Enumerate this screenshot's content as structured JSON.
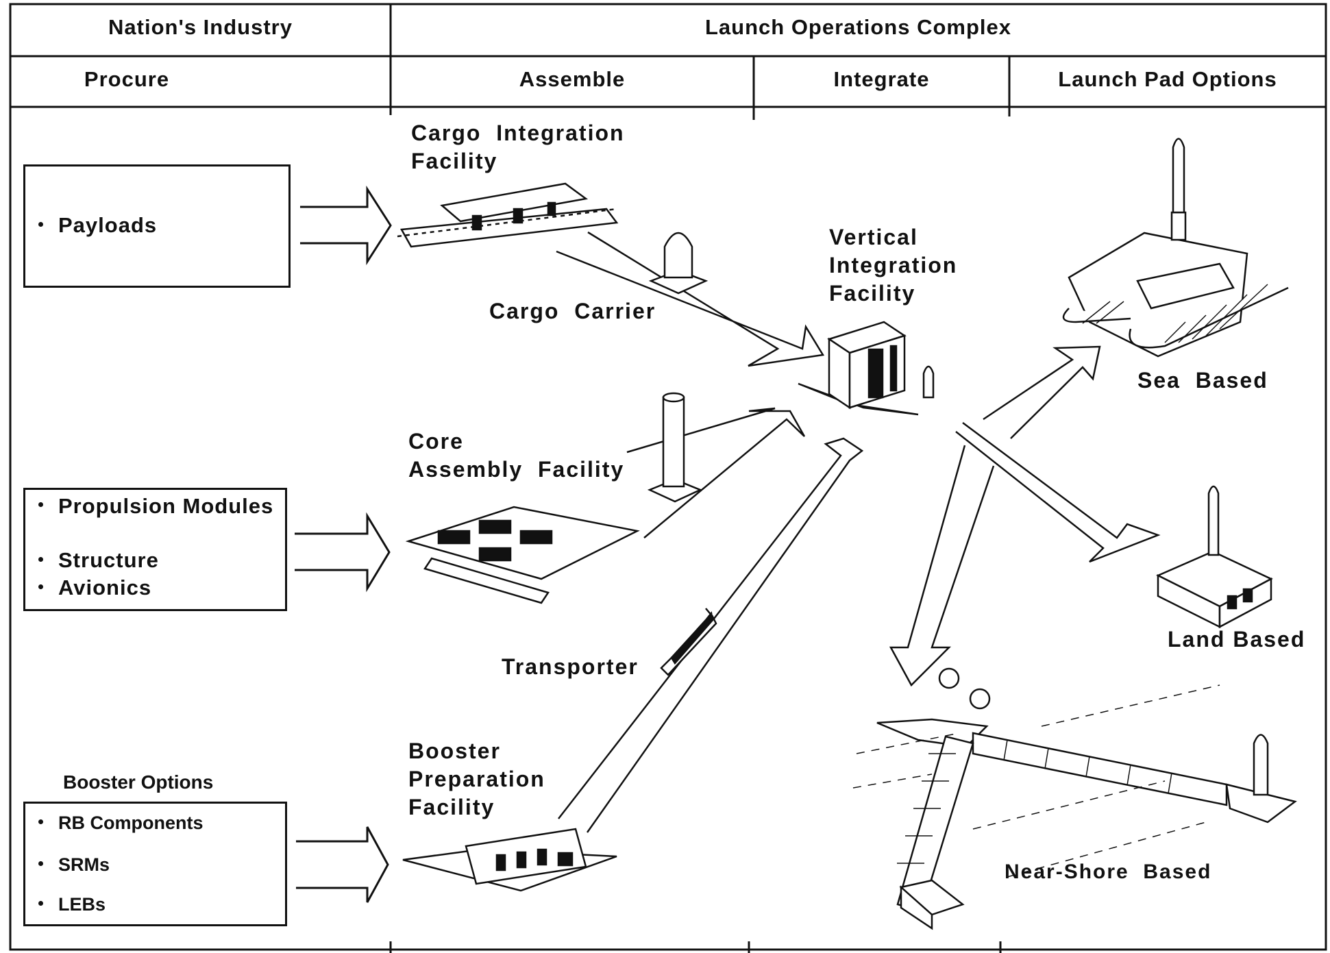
{
  "header": {
    "left_title": "Nation's Industry",
    "right_title": "Launch Operations Complex",
    "columns": [
      "Procure",
      "Assemble",
      "Integrate",
      "Launch Pad Options"
    ]
  },
  "procure": {
    "payloads": [
      "Payloads"
    ],
    "core_components": [
      "Propulsion Modules",
      "Structure",
      "Avionics"
    ],
    "booster_title": "Booster Options",
    "booster_components": [
      "RB Components",
      "SRMs",
      "LEBs"
    ]
  },
  "facilities": {
    "cargo_integration": "Cargo  Integration\nFacility",
    "core_assembly": "Core\nAssembly  Facility",
    "booster_preparation": "Booster\nPreparation\nFacility",
    "vertical_integration": "Vertical\nIntegration\nFacility"
  },
  "vehicles": {
    "cargo_carrier": "Cargo  Carrier",
    "transporter": "Transporter"
  },
  "launch_pads": {
    "sea": "Sea  Based",
    "land": "Land Based",
    "near_shore": "Near-Shore  Based"
  }
}
